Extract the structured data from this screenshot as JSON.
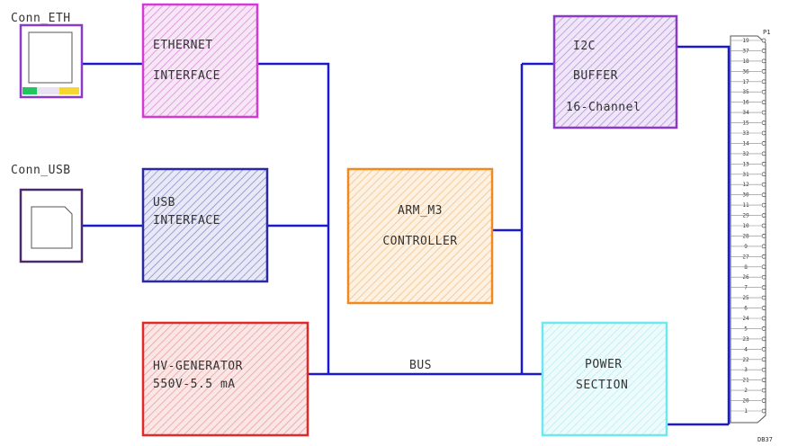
{
  "connectors": {
    "eth": {
      "label": "Conn_ETH"
    },
    "usb": {
      "label": "Conn_USB"
    }
  },
  "blocks": {
    "ethernet": {
      "line1": "ETHERNET",
      "line2": "INTERFACE",
      "color": "#d63ad6"
    },
    "usb": {
      "line1": "USB",
      "line2": "INTERFACE",
      "color": "#2a2aa0"
    },
    "hv": {
      "line1": "HV-GENERATOR",
      "line2": "550V-5.5 mA",
      "color": "#e02a2a"
    },
    "arm": {
      "line1": "ARM_M3",
      "line2": "CONTROLLER",
      "color": "#f08a1e"
    },
    "i2c": {
      "line1": "I2C",
      "line2": "BUFFER",
      "line3": "16-Channel",
      "color": "#8a3ac8"
    },
    "power": {
      "line1": "POWER",
      "line2": "SECTION",
      "color": "#6ee8ee"
    }
  },
  "bus": {
    "label": "BUS",
    "color": "#1a1acc"
  },
  "dsub": {
    "ref": "P1",
    "part": "DB37",
    "pins": [
      "19",
      "37",
      "18",
      "36",
      "17",
      "35",
      "16",
      "34",
      "15",
      "33",
      "14",
      "32",
      "13",
      "31",
      "12",
      "30",
      "11",
      "29",
      "10",
      "28",
      "9",
      "27",
      "8",
      "26",
      "7",
      "25",
      "6",
      "24",
      "5",
      "23",
      "4",
      "22",
      "3",
      "21",
      "2",
      "20",
      "1"
    ]
  }
}
